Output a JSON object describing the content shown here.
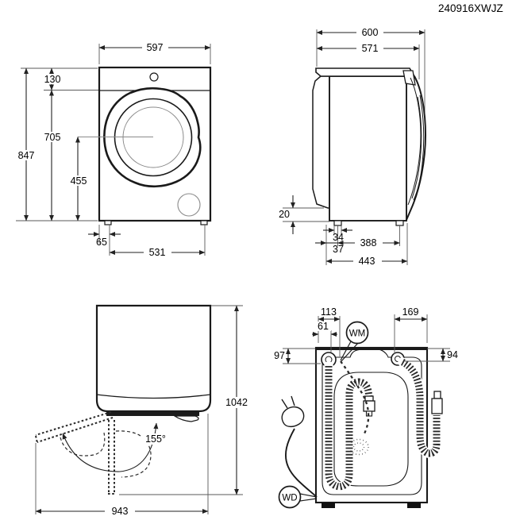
{
  "header": {
    "drawing_code": "240916XWJZ"
  },
  "front_view": {
    "width_mm": "597",
    "total_height_mm": "847",
    "top_to_control_panel_mm": "130",
    "control_panel_to_floor_mm": "705",
    "floor_to_door_center_mm": "455",
    "edge_to_foot_mm": "65",
    "foot_spacing_mm": "531"
  },
  "side_view": {
    "total_depth_mm": "600",
    "body_depth_mm": "571",
    "rear_clearance_mm": "20",
    "foot_width_mm": "34",
    "foot_spacing_mm": "388",
    "rear_to_foot_mm": "37",
    "foot_span_mm": "443"
  },
  "open_door_view": {
    "depth_with_door_open_mm": "943",
    "height_with_door_open_mm": "1042",
    "door_opening_angle": "155°"
  },
  "rear_view": {
    "drain_hose_offset_mm": "113",
    "drain_port_offset_mm": "61",
    "inlet_hose_offset_mm": "169",
    "left_port_depth_mm": "97",
    "right_port_depth_mm": "94",
    "water_mains_label": "WM",
    "water_drain_label": "WD"
  }
}
